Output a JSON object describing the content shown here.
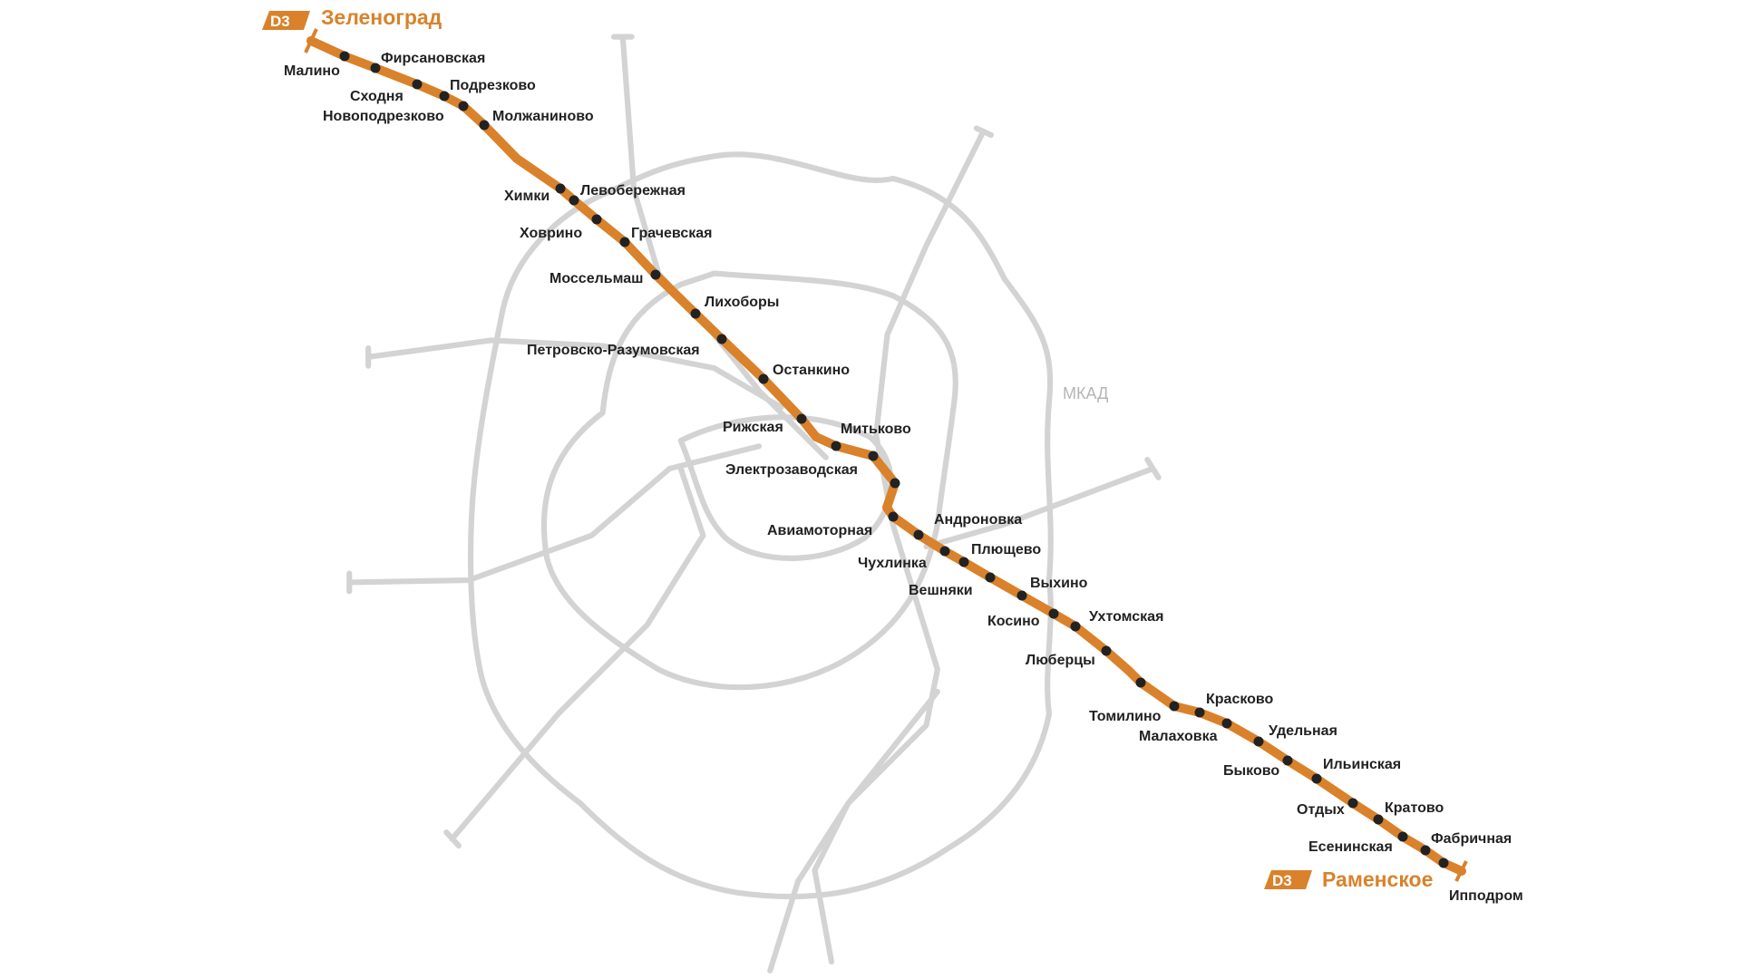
{
  "line": {
    "code": "D3",
    "color": "#d9822b",
    "terminus_north": "Зеленоград",
    "terminus_south": "Раменское"
  },
  "ring_label": "МКАД",
  "stations": [
    "Малино",
    "Фирсановская",
    "Сходня",
    "Подрезково",
    "Новоподрезково",
    "Молжаниново",
    "Химки",
    "Левобережная",
    "Ховрино",
    "Грачевская",
    "Моссельмаш",
    "Лихоборы",
    "Петровско-Разумовская",
    "Останкино",
    "Рижская",
    "Митьково",
    "Электрозаводская",
    "Авиамоторная",
    "Андроновка",
    "Чухлинка",
    "Плющево",
    "Вешняки",
    "Выхино",
    "Косино",
    "Ухтомская",
    "Люберцы",
    "Томилино",
    "Красково",
    "Малаховка",
    "Удельная",
    "Быково",
    "Ильинская",
    "Отдых",
    "Кратово",
    "Есенинская",
    "Фабричная",
    "Ипподром"
  ]
}
